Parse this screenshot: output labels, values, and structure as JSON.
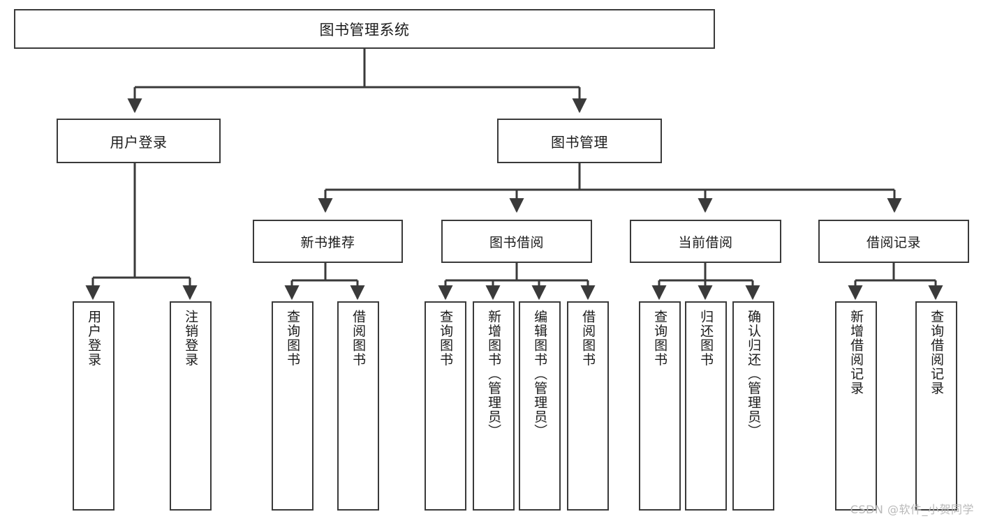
{
  "diagram": {
    "title": "图书管理系统",
    "type": "tree-hierarchy",
    "watermark": "CSDN @软件_小贺同学",
    "colors": {
      "node_border": "#3a3a3a",
      "node_fill": "#ffffff",
      "edge": "#3a3a3a",
      "text": "#1b1b1b",
      "watermark": "#b9b9b9",
      "background": "#ffffff"
    },
    "nodes": {
      "root": {
        "label": "图书管理系统"
      },
      "level2": [
        {
          "id": "user-login",
          "label": "用户登录"
        },
        {
          "id": "book-manage",
          "label": "图书管理"
        }
      ],
      "level3": [
        {
          "id": "new-book-recommend",
          "label": "新书推荐"
        },
        {
          "id": "book-borrow",
          "label": "图书借阅"
        },
        {
          "id": "current-borrow",
          "label": "当前借阅"
        },
        {
          "id": "borrow-record",
          "label": "借阅记录"
        }
      ],
      "leaves": [
        {
          "id": "leaf-user-login",
          "label": "用户登录",
          "parent": "user-login"
        },
        {
          "id": "leaf-logout-login",
          "label": "注销登录",
          "parent": "user-login"
        },
        {
          "id": "leaf-query-book-1",
          "label": "查询图书",
          "parent": "new-book-recommend"
        },
        {
          "id": "leaf-borrow-book-1",
          "label": "借阅图书",
          "parent": "new-book-recommend"
        },
        {
          "id": "leaf-query-book-2",
          "label": "查询图书",
          "parent": "book-borrow"
        },
        {
          "id": "leaf-add-book",
          "label": "新增图书（管理员）",
          "parent": "book-borrow"
        },
        {
          "id": "leaf-edit-book",
          "label": "编辑图书（管理员）",
          "parent": "book-borrow"
        },
        {
          "id": "leaf-borrow-book-2",
          "label": "借阅图书",
          "parent": "book-borrow"
        },
        {
          "id": "leaf-query-book-3",
          "label": "查询图书",
          "parent": "current-borrow"
        },
        {
          "id": "leaf-return-book",
          "label": "归还图书",
          "parent": "current-borrow"
        },
        {
          "id": "leaf-confirm-return",
          "label": "确认归还（管理员）",
          "parent": "current-borrow"
        },
        {
          "id": "leaf-add-record",
          "label": "新增借阅记录",
          "parent": "borrow-record"
        },
        {
          "id": "leaf-query-record",
          "label": "查询借阅记录",
          "parent": "borrow-record"
        }
      ]
    }
  }
}
